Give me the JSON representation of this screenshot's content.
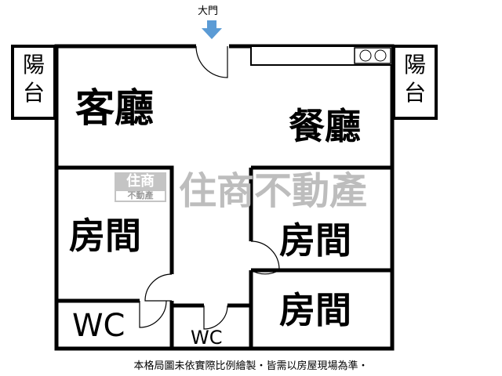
{
  "entrance_label": "大門",
  "rooms": {
    "living": "客廳",
    "dining": "餐廳",
    "bedroom_left": "房間",
    "bedroom_right_top": "房間",
    "bedroom_right_bottom": "房間",
    "wc_left": "WC",
    "wc_middle": "WC",
    "balcony_left": "陽台",
    "balcony_right": "陽台"
  },
  "watermark": {
    "text": "住商不動產",
    "logo_top": "住商",
    "logo_bottom": "不動產"
  },
  "footer": "本格局圖未依實際比例繪製・皆需以房屋現場為準・",
  "colors": {
    "wall": "#000000",
    "arrow": "#5b9bd5",
    "watermark": "#bdbdbd"
  }
}
